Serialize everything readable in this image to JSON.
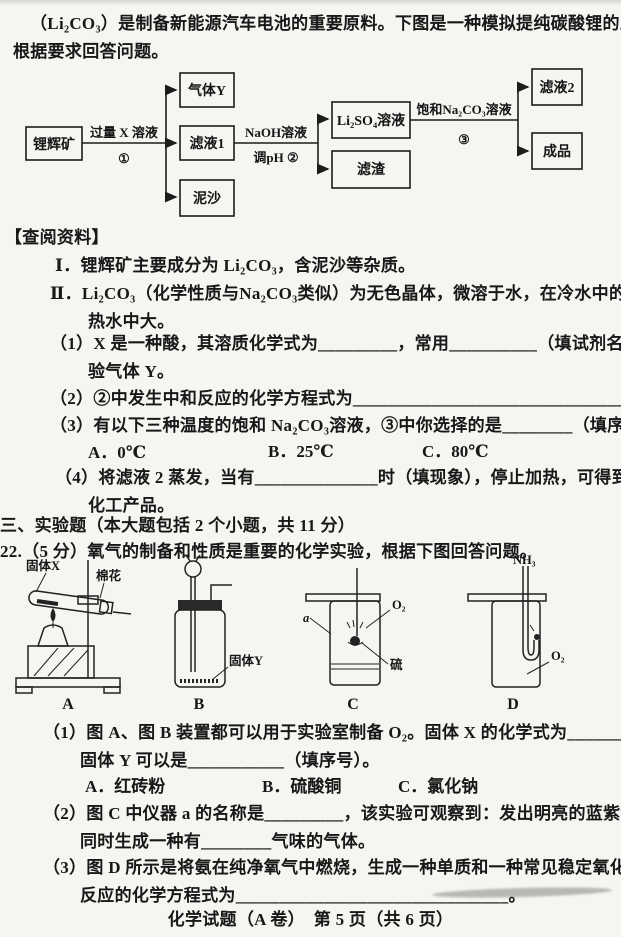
{
  "page": {
    "intro_line1": "（Li₂CO₃）是制备新能源汽车电池的重要原料。下图是一种模拟提纯碳酸锂的工艺，",
    "intro_line2": "根据要求回答问题。",
    "footer": "化学试题（A 卷）　第 5 页（共 6 页）"
  },
  "flowchart": {
    "ore": "锂辉矿",
    "gas_y": "气体Y",
    "filtrate1": "滤液1",
    "mud": "泥沙",
    "li2so4": "Li₂SO₄溶液",
    "residue": "滤渣",
    "filtrate2": "滤液2",
    "product": "成品",
    "step1_label": "过量 X 溶液",
    "step1_num": "①",
    "step2_label": "NaOH溶液",
    "step2_sub": "调pH ②",
    "step3_label": "饱和Na₂CO₃溶液",
    "step3_num": "③"
  },
  "reference": {
    "heading": "【查阅资料】",
    "item1": "Ⅰ．锂辉矿主要成分为 Li₂CO₃，含泥沙等杂质。",
    "item2_line1": "Ⅱ．Li₂CO₃（化学性质与Na₂CO₃类似）为无色晶体，微溶于水，在冷水中的溶解度比",
    "item2_line2": "热水中大。"
  },
  "q21": {
    "q1_line1": "（1）X 是一种酸，其溶质化学式为_________，常用__________（填试剂名称）检",
    "q1_line2": "验气体 Y。",
    "q2": "（2）②中发生中和反应的化学方程式为_______________________________。",
    "q3": "（3）有以下三种温度的饱和 Na₂CO₃溶液，③中你选择的是________（填序号）。",
    "q3_optA": "A．0℃",
    "q3_optB": "B．25℃",
    "q3_optC": "C．80℃",
    "q4_line1": "（4）将滤液 2 蒸发，当有______________时（填现象），停止加热，可得到其他",
    "q4_line2": "化工产品。"
  },
  "section3": {
    "heading": "三、实验题（本大题包括 2 个小题，共 11 分）",
    "q22_intro": "22.（5 分）氧气的制备和性质是重要的化学实验，根据下图回答问题。"
  },
  "apparatus": {
    "solid_x": "固体X",
    "cotton": "棉花",
    "solid_y": "固体Y",
    "instrument_a": "a",
    "o2": "O₂",
    "sulfur": "硫",
    "nh3": "NH₃",
    "label_a": "A",
    "label_b": "B",
    "label_c": "C",
    "label_d": "D"
  },
  "q22": {
    "q1_line1": "（1）图 A、图 B 装置都可以用于实验室制备 O₂。固体 X 的化学式为___________，",
    "q1_line2": "固体 Y 可以是___________（填序号）。",
    "q1_optA": "A．红砖粉",
    "q1_optB": "B．硫酸铜",
    "q1_optC": "C．氯化钠",
    "q2_line1": "（2）图 C 中仪器 a 的名称是_________，该实验可观察到：发出明亮的蓝紫色火焰，",
    "q2_line2": "同时生成一种有________气味的气体。",
    "q3_line1": "（3）图 D 所示是将氨在纯净氧气中燃烧，生成一种单质和一种常见稳定氧化物，该",
    "q3_line2": "反应的化学方程式为_______________________________。"
  }
}
